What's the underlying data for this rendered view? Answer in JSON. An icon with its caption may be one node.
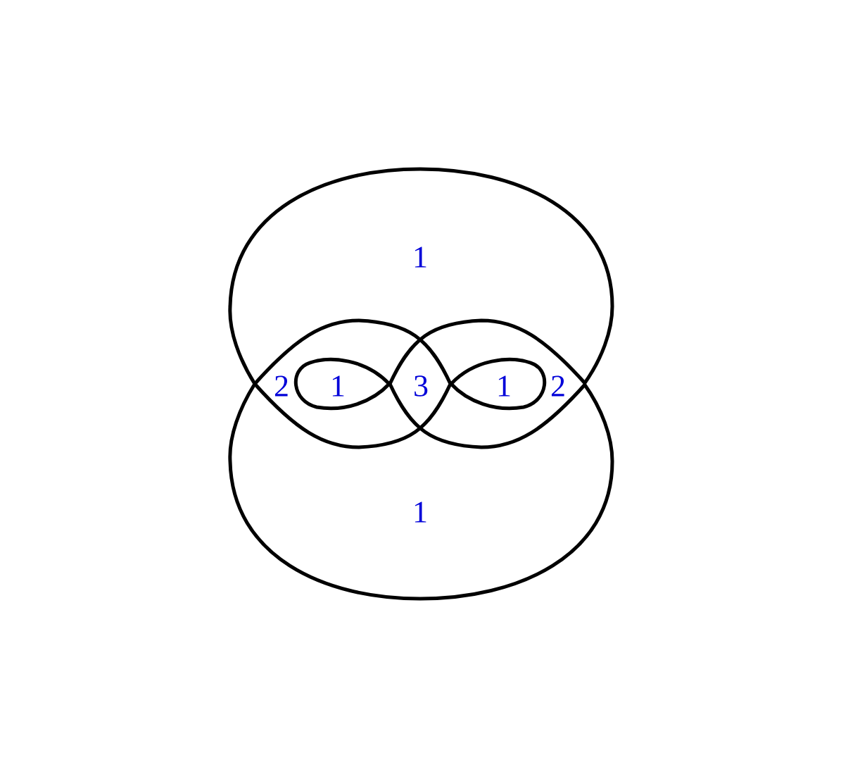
{
  "diagram": {
    "labels": [
      "1",
      "2",
      "1",
      "3",
      "1",
      "2",
      "1"
    ]
  }
}
